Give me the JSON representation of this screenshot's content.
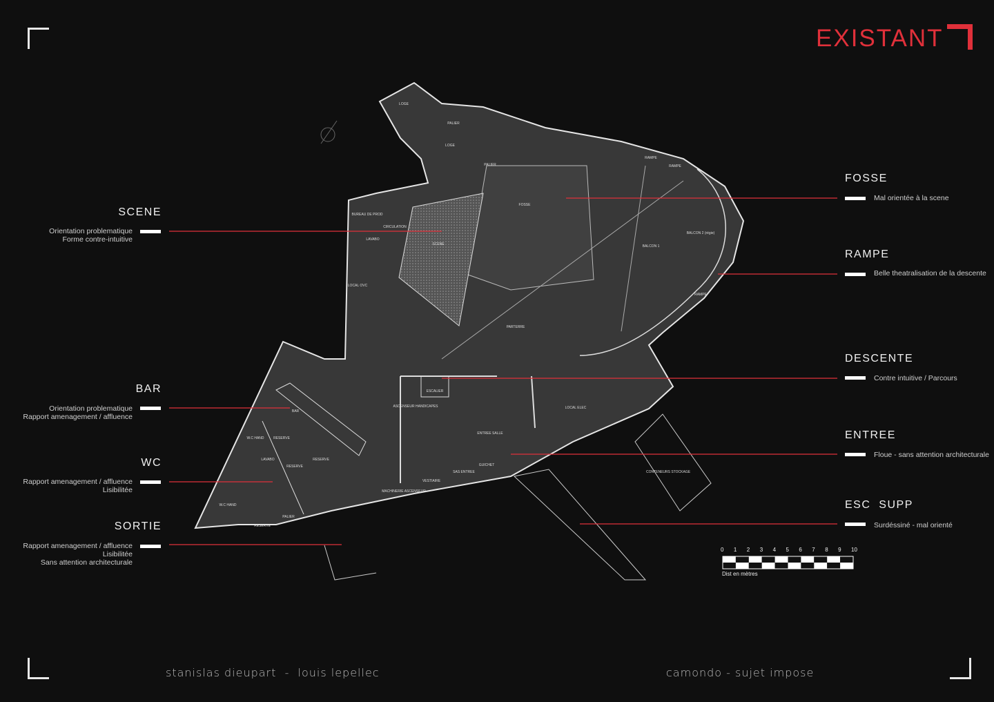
{
  "title": "EXISTANT",
  "colors": {
    "accent": "#e0303a",
    "background": "#0f0f0f",
    "plan_fill": "#3a3a3a",
    "plan_stroke": "#e6e6e6"
  },
  "left_annotations": [
    {
      "title": "SCENE",
      "lines": [
        "Orientation problematique",
        "Forme contre-intuitive"
      ]
    },
    {
      "title": "BAR",
      "lines": [
        "Orientation problematique",
        "Rapport amenagement / affluence"
      ]
    },
    {
      "title": "WC",
      "lines": [
        "Rapport amenagement / affluence",
        "Lisibilitée"
      ]
    },
    {
      "title": "SORTIE",
      "lines": [
        "Rapport amenagement / affluence",
        "Lisibilitée",
        "Sans attention architecturale"
      ]
    }
  ],
  "right_annotations": [
    {
      "title": "FOSSE",
      "lines": [
        "Mal orientée à la scene"
      ]
    },
    {
      "title": "RAMPE",
      "lines": [
        "Belle theatralisation de la descente"
      ]
    },
    {
      "title": "DESCENTE",
      "lines": [
        "Contre intuitive / Parcours"
      ]
    },
    {
      "title": "ENTREE",
      "lines": [
        "Floue - sans attention architecturale"
      ]
    },
    {
      "title": "ESC  SUPP",
      "lines": [
        "Surdéssiné - mal orienté"
      ]
    }
  ],
  "rooms": [
    "LOGE",
    "PALIER",
    "LOGE",
    "PALIER",
    "FOSSE",
    "SCENE",
    "BALCON 1",
    "BALCON 2 (régie)",
    "PARTERRE",
    "RAMPE",
    "RAMPE",
    "RAMPE",
    "BUREAU DE PROD",
    "CIRCULATION",
    "LAVABO",
    "LOCAL OVC",
    "BAR",
    "RESERVE",
    "RESERVE",
    "RESERVE",
    "LAVABO",
    "W.C HAND",
    "W.C HAND",
    "ENTREE SALLE",
    "VESTIAIRE",
    "SAS ENTREE",
    "GUICHET",
    "LOCAL ELEC",
    "CONTENEURS STOCKAGE",
    "MACHINERIE ASCENSEUR",
    "ASCENSEUR HANDICAPES",
    "ESCALIER",
    "PALIER",
    "RESERVE"
  ],
  "scale": {
    "ticks": [
      "0",
      "1",
      "2",
      "3",
      "4",
      "5",
      "6",
      "7",
      "8",
      "9",
      "10"
    ],
    "label": "Dist en mètres"
  },
  "footer": {
    "authors": "stanislas dieupart  -  louis lepellec",
    "project": "camondo - sujet impose"
  }
}
